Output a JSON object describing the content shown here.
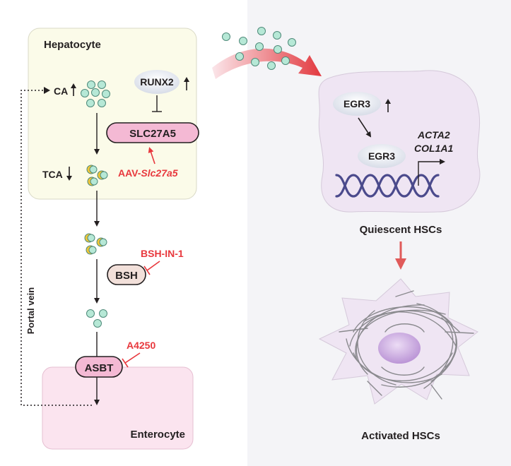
{
  "hepatocyte": {
    "title": "Hepatocyte",
    "ca": "CA",
    "runx2": "RUNX2",
    "slc27a5": "SLC27A5",
    "tca": "TCA",
    "aav_prefix": "AAV-",
    "aav_gene": "Slc27a5"
  },
  "gut": {
    "bsh": "BSH",
    "bsh_inhibitor": "BSH-IN-1",
    "asbt": "ASBT",
    "asbt_inhibitor": "A4250",
    "portal_vein": "Portal vein",
    "enterocyte": "Enterocyte"
  },
  "hsc": {
    "egr3_top": "EGR3",
    "egr3_dna": "EGR3",
    "gene1": "ACTA2",
    "gene2": "COL1A1",
    "quiescent": "Quiescent HSCs",
    "activated": "Activated HSCs"
  },
  "colors": {
    "hepatocyte_fill": "#fbfbe9",
    "enterocyte_fill": "#fbe4ef",
    "right_panel_bg": "#f4f4f7",
    "pink_pill": "#f4b9d4",
    "inhibitor_red": "#e8383d",
    "bile_acid_teal": "#b6e8d6",
    "conjugate_yellow": "#f2c738",
    "dna_purple": "#4b4a8c",
    "cell_lilac": "#efe5f3",
    "nucleus_violet": "#c9a7dd"
  }
}
